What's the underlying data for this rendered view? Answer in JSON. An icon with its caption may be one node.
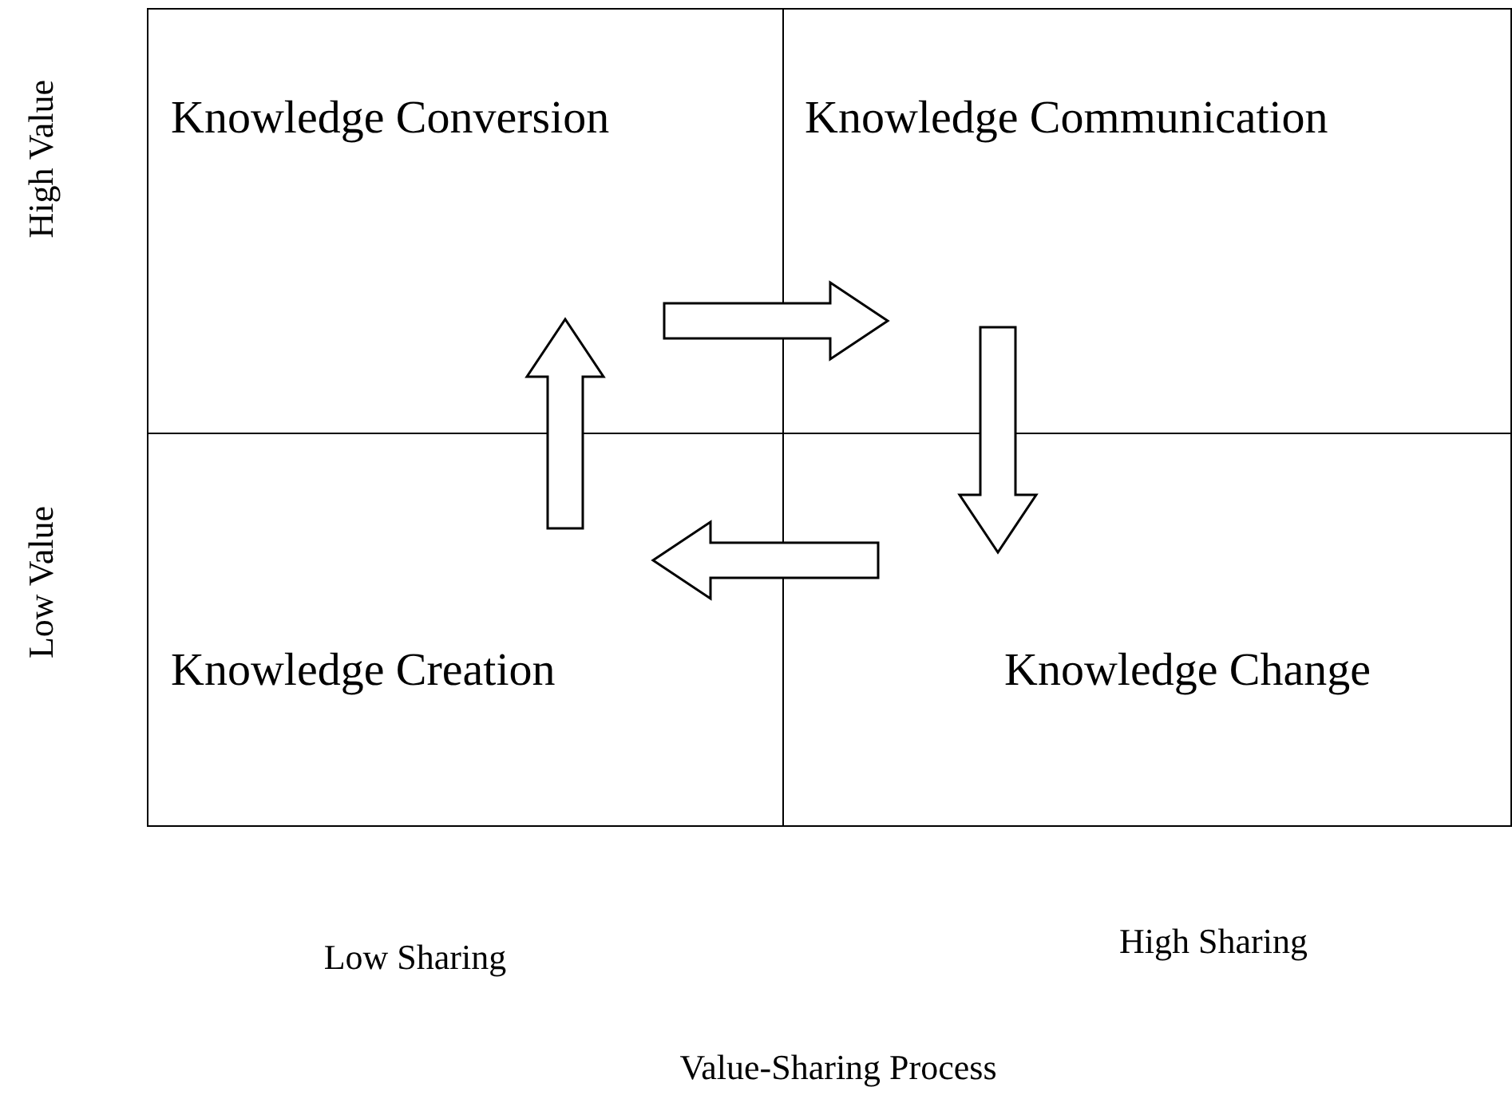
{
  "diagram": {
    "nodes": [
      {
        "text": [
          "Knowledge Conversion"
        ]
      },
      {
        "text": [
          "Knowledge Communication"
        ]
      },
      {
        "text": [
          "Knowledge Creation"
        ]
      },
      {
        "text": [
          "Knowledge Change"
        ]
      }
    ],
    "edges": [
      {
        "from": 2,
        "to": 0,
        "arrow": "to"
      },
      {
        "from": 0,
        "to": 1,
        "arrow": "to"
      },
      {
        "from": 1,
        "to": 3,
        "arrow": "to"
      },
      {
        "from": 3,
        "to": 2,
        "arrow": "to"
      }
    ],
    "labels": [
      "High Value",
      "Low Value",
      "Low Sharing",
      "High Sharing",
      "Value-Sharing Process"
    ]
  }
}
